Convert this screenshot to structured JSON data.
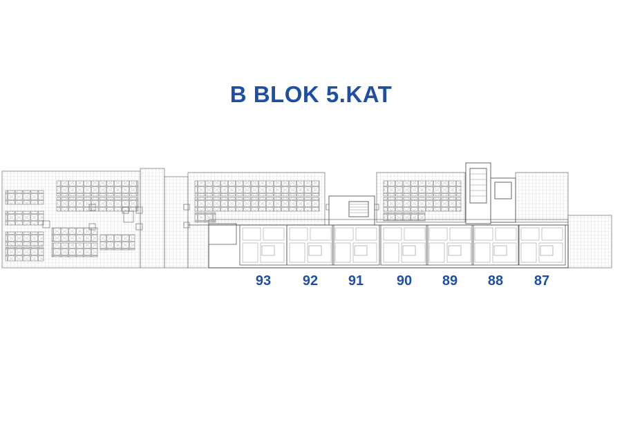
{
  "title": "B BLOK 5.KAT",
  "colors": {
    "accent": "#1f4fa3",
    "line": "#7d7d7d",
    "grid": "#c9c9c9"
  },
  "units": [
    "93",
    "92",
    "91",
    "90",
    "89",
    "88",
    "87"
  ]
}
